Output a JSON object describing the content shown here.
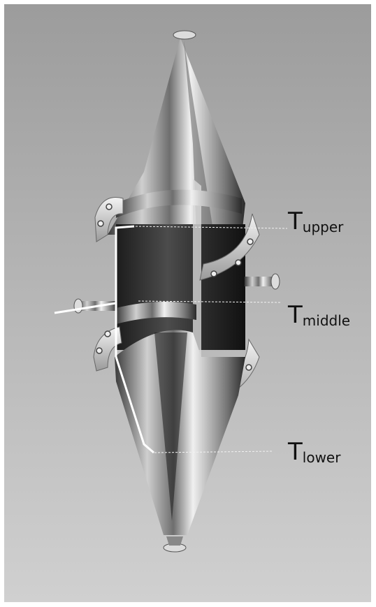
{
  "labels": {
    "upper": {
      "main": "T",
      "sub": "upper"
    },
    "middle": {
      "main": "T",
      "sub": "middle"
    },
    "lower": {
      "main": "T",
      "sub": "lower"
    }
  },
  "colors": {
    "background_top": "#9c9c9c",
    "background_bottom": "#d0d0d0",
    "metal_dark": "#2e2e2e",
    "metal_light": "#e6e6e6",
    "probe_line": "#ffffff"
  }
}
